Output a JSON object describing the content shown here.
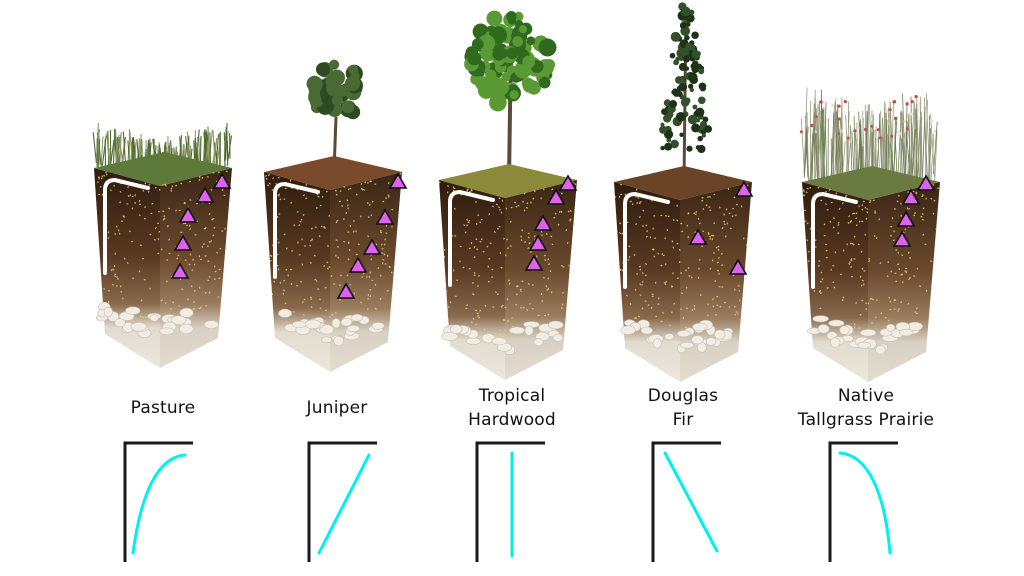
{
  "colors": {
    "curve": "#00f0f0",
    "axis": "#1a1a1a",
    "marker": "#e060f0",
    "soil_top": "#3a2412",
    "soil_mid": "#6a4a30",
    "subsoil": "#e8e2d6",
    "speckle": "#e8cf7a",
    "probe": "#ffffff"
  },
  "panels": [
    {
      "id": "pasture",
      "label_lines": [
        "Pasture"
      ],
      "vegetation": "short-grass",
      "profile_shape": "concave-increasing",
      "marker_count": 5
    },
    {
      "id": "juniper",
      "label_lines": [
        "Juniper"
      ],
      "vegetation": "small-pine-tree",
      "profile_shape": "linear-increasing",
      "marker_count": 5
    },
    {
      "id": "tropical-hardwood",
      "label_lines": [
        "Tropical",
        "Hardwood"
      ],
      "vegetation": "broadleaf-tree",
      "profile_shape": "constant",
      "marker_count": 5
    },
    {
      "id": "douglas-fir",
      "label_lines": [
        "Douglas",
        "Fir"
      ],
      "vegetation": "conifer-tree",
      "profile_shape": "linear-decreasing",
      "marker_count": 3
    },
    {
      "id": "native-tallgrass-prairie",
      "label_lines": [
        "Native",
        "Tallgrass Prairie"
      ],
      "vegetation": "tall-grass-wildflowers",
      "profile_shape": "convex-decreasing",
      "marker_count": 4
    }
  ]
}
